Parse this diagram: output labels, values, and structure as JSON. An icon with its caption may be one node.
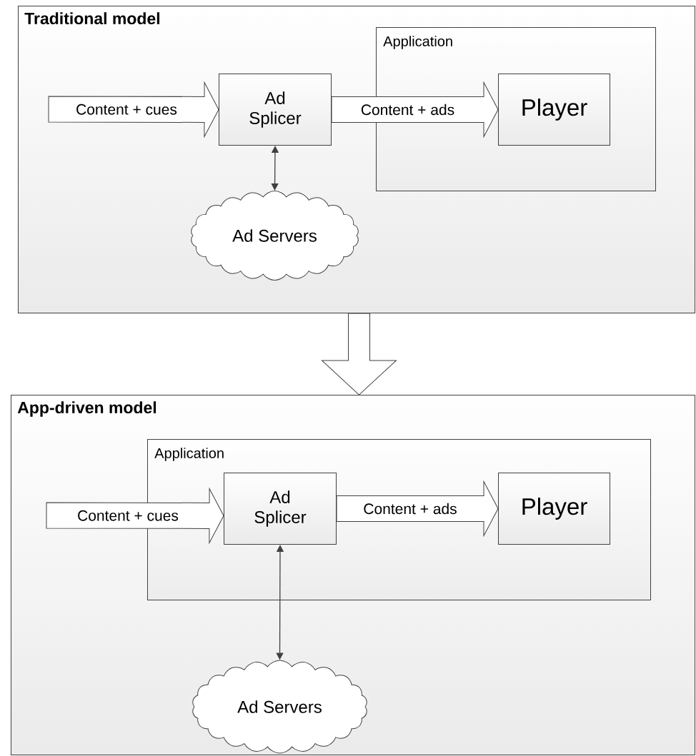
{
  "diagram": {
    "nodes": [
      {
        "text": [
          "Traditional model"
        ]
      },
      {
        "text": [
          "Application"
        ],
        "in": 0
      },
      {
        "text": [
          "Ad Splicer"
        ],
        "in": 0
      },
      {
        "text": [
          "Player"
        ],
        "in": 1
      },
      {
        "text": [
          "Ad Servers"
        ],
        "in": 0
      },
      {
        "text": [
          "App-driven model"
        ]
      },
      {
        "text": [
          "Application"
        ],
        "in": 5
      },
      {
        "text": [
          "Ad Splicer"
        ],
        "in": 6
      },
      {
        "text": [
          "Player"
        ],
        "in": 6
      },
      {
        "text": [
          "Ad Servers"
        ],
        "in": 5
      }
    ],
    "edges": [
      {
        "from": null,
        "to": 2,
        "arrow": "to",
        "label": "Content + cues",
        "style": "thick"
      },
      {
        "from": 2,
        "to": 3,
        "arrow": "to",
        "label": "Content + ads",
        "style": "thick"
      },
      {
        "from": 2,
        "to": 4,
        "arrow": "both"
      },
      {
        "from": 0,
        "to": 5,
        "arrow": "to",
        "style": "thick"
      },
      {
        "from": null,
        "to": 7,
        "arrow": "to",
        "label": "Content + cues",
        "style": "thick"
      },
      {
        "from": 7,
        "to": 8,
        "arrow": "to",
        "label": "Content + ads",
        "style": "thick"
      },
      {
        "from": 7,
        "to": 9,
        "arrow": "both"
      }
    ]
  }
}
